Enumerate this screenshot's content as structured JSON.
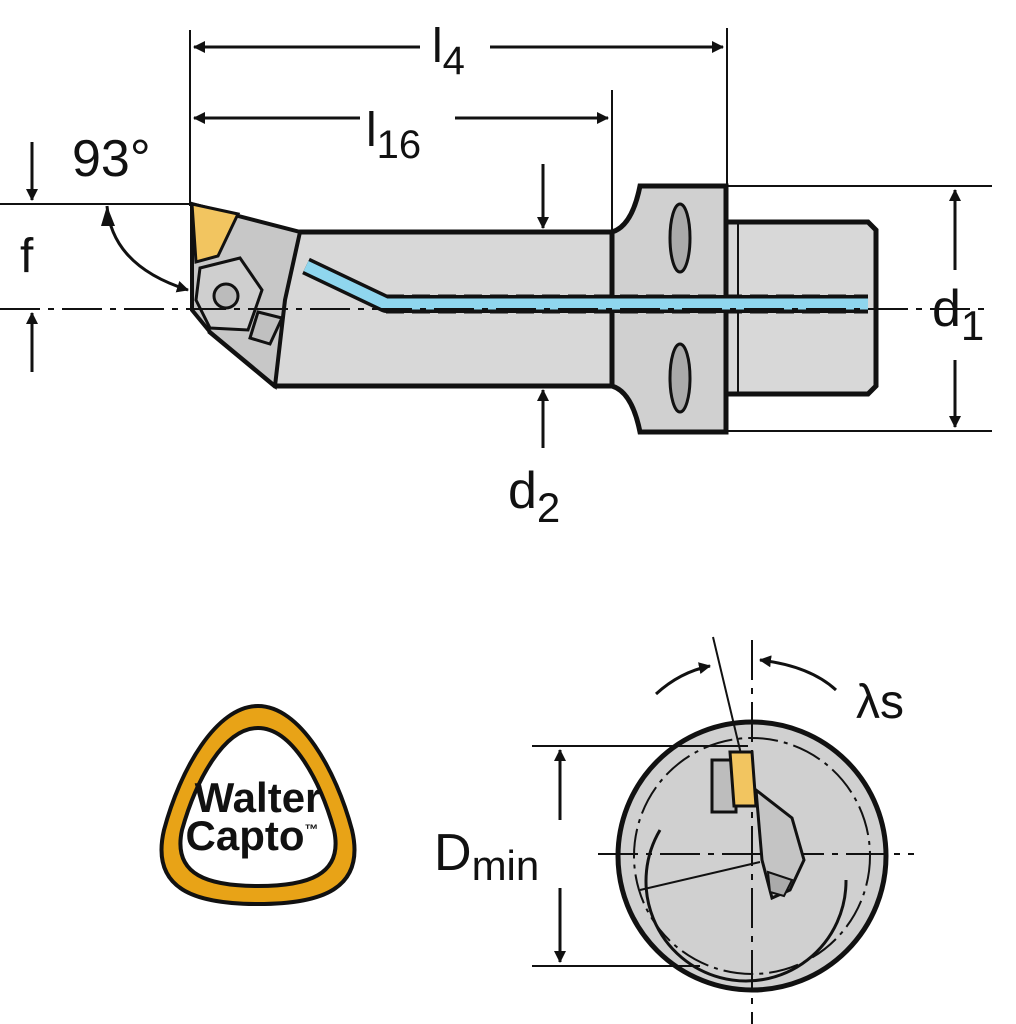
{
  "dimensions": {
    "l4": {
      "base": "l",
      "sub": "4"
    },
    "l16": {
      "base": "l",
      "sub": "16"
    },
    "angle": "93°",
    "f": "f",
    "d1": {
      "base": "d",
      "sub": "1"
    },
    "d2": {
      "base": "d",
      "sub": "2"
    },
    "lambda_s": "λs",
    "dmin": {
      "base": "D",
      "sub": "min"
    }
  },
  "logo": {
    "line1": "Walter",
    "line2": "Capto",
    "mark": "™"
  },
  "colors": {
    "body": "#d8d8d8",
    "insert": "#f2c560",
    "coolant": "#8fd6ee",
    "logo_ring": "#e8a317",
    "outline": "#111111"
  }
}
